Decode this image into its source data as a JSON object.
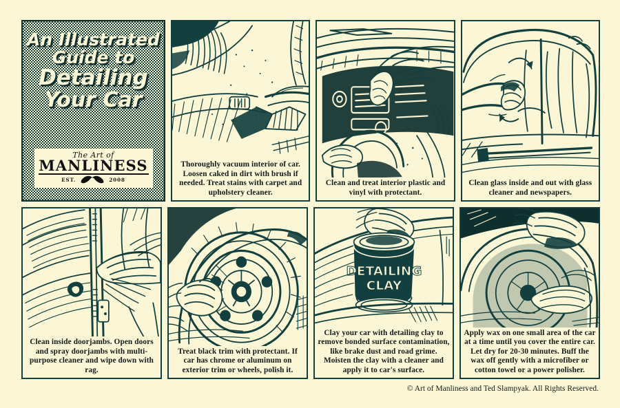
{
  "poster": {
    "background_color": "#fbf6d6",
    "ink_color": "#13403f",
    "text_color": "#131a18"
  },
  "title_panel": {
    "line1": "An Illustrated",
    "line2": "Guide to",
    "line3": "Detailing",
    "line4": "Your Car",
    "logo": {
      "script": "The Art of",
      "wordmark": "MANLINESS",
      "est": "EST.",
      "year": "2008",
      "mustache_icon": "mustache-icon"
    }
  },
  "steps": [
    {
      "id": "step-vacuum",
      "art_name": "illustration-vacuuming-car-seat",
      "caption": "Thoroughly vacuum interior of car. Loosen caked in dirt with brush if needed. Treat stains with carpet and upholstery cleaner."
    },
    {
      "id": "step-interior-plastic",
      "art_name": "illustration-wiping-dashboard",
      "caption": "Clean and treat interior plastic and vinyl with protectant."
    },
    {
      "id": "step-glass",
      "art_name": "illustration-cleaning-window-glass",
      "caption": "Clean glass inside and out with glass cleaner and newspapers."
    },
    {
      "id": "step-doorjambs",
      "art_name": "illustration-spraying-doorjamb",
      "caption": "Clean inside doorjambs. Open doors and spray doorjambs with multi-purpose cleaner and wipe down with rag."
    },
    {
      "id": "step-trim-wheels",
      "art_name": "illustration-polishing-wheel",
      "caption": "Treat black trim with protectant. If car has chrome or aluminum on exterior trim or wheels, polish it."
    },
    {
      "id": "step-clay",
      "art_name": "illustration-detailing-clay-can",
      "caption": "Clay your car with detailing clay to remove bonded surface contamination, like brake dust and road grime. Moisten the clay with a cleaner and apply it to car's surface.",
      "can_label_line1": "DETAILING",
      "can_label_line2": "CLAY"
    },
    {
      "id": "step-wax",
      "art_name": "illustration-waxing-car-body",
      "caption": "Apply wax on one small area of the car at a time until you cover the entire car. Let dry for 20-30 minutes.   Buff the wax off gently with a microfiber or cotton towel or a power polisher."
    }
  ],
  "footer": {
    "copyright": "© Art of Manliness and Ted Slampyak. All Rights Reserved."
  }
}
